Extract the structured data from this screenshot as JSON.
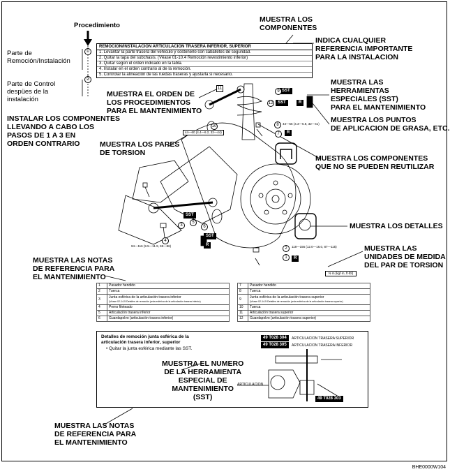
{
  "header": {
    "procedimiento": "Procedimiento",
    "parte_remocion": "Parte de\nRemoción/Instalación",
    "parte_control": "Parte de Control\ndespües de la\ninstalación"
  },
  "procedure": {
    "title": "REMOCION/INSTALACION ARTICULACION TRASERA INFERIOR, SUPERIOR",
    "steps": [
      "1. Levantar la parte trasera del vehículo y sostenerlo con caballetes de seguridad.",
      "2. Quitar la tapa del subchasis. (Véase 01-10.4 Remoción revestimiento inferior)",
      "3. Quitar según el orden indicado en la tabla.",
      "4. Instalar en el orden contrario al de la remoción.",
      "5. Controlar la alineación de las ruedas traseras y ajustarla si necesario."
    ],
    "markers": [
      "①",
      "②"
    ]
  },
  "callouts": {
    "muestra_componentes": "MUESTRA LOS\nCOMPONENTES",
    "indica_referencia": "INDICA CUALQUIER\nREFERENCIA IMPORTANTE\nPARA LA INSTALACION",
    "muestra_herramientas": "MUESTRA LAS\nHERRAMIENTAS\nESPECIALES (SST)\nPARA EL MANTENIMIENTO",
    "muestra_orden": "MUESTRA EL ORDEN DE\nLOS PROCEDIMIENTOS\nPARA EL MANTENIMIENTO",
    "muestra_puntos_grasa": "MUESTRA LOS PUNTOS\nDE APLICACION DE GRASA, ETC.",
    "instalar_componentes": "INSTALAR LOS COMPONENTES\nLLEVANDO A CABO LOS\nPASOS DE 1 A 3 EN\nORDEN CONTRARIO",
    "muestra_pares": "MUESTRA LOS PARES\nDE TORSION",
    "muestra_no_reutilizar": "MUESTRA LOS COMPONENTES\nQUE NO SE PUEDEN REUTILIZAR",
    "muestra_detalles": "MUESTRA LOS DETALLES",
    "muestra_unidades": "MUESTRA LAS\nUNIDADES DE MEDIDA\nDEL PAR DE TORSION",
    "muestra_notas_1": "MUESTRA LAS NOTAS\nDE REFERENCIA PARA\nEL MANTENIMIENTO",
    "muestra_numero_sst": "MUESTRA EL NUMERO\nDE LA HERRAMIENTA\nESPECIAL DE\nMANTENIMIENTO\n(SST)",
    "muestra_notas_2": "MUESTRA LAS NOTAS\nDE REFERENCIA PARA\nEL MANTENIMIENTO"
  },
  "diagram": {
    "torque_top": "44—60 (4.4—6.2, 32—44)",
    "torque_right_mid": "43—56 (4.3—5.8, 32—41)",
    "torque_left_bottom": "94—116 (9.5—11.9, 69—86)",
    "torque_right_bottom": "118—156 (12.0—16.0, 87—115)",
    "torque_units": "N·m (kgf·m, ft·lbf)",
    "sst": "SST",
    "r": "R",
    "numbers": [
      "1",
      "2",
      "3",
      "4",
      "5",
      "6",
      "7",
      "8",
      "9",
      "10",
      "11",
      "12"
    ]
  },
  "parts_table": {
    "left": [
      {
        "num": "1",
        "name": "Pasador hendido"
      },
      {
        "num": "2",
        "name": "Tuerca"
      },
      {
        "num": "3",
        "name": "Junta esférica de la articulación trasera inferior",
        "note": "(Véase 02-14-5 Detalles de remoción junta esférica de la articulación trasera inferior)"
      },
      {
        "num": "4",
        "name": "Perno fileteado"
      },
      {
        "num": "5",
        "name": "Articulación trasera inferior"
      },
      {
        "num": "6",
        "name": "Guardapolvo (articulación trasera inferior)"
      }
    ],
    "right": [
      {
        "num": "7",
        "name": "Pasador hendido"
      },
      {
        "num": "8",
        "name": "Tuerca"
      },
      {
        "num": "9",
        "name": "Junta esférica de la articulación trasera superior",
        "note": "(Véase 02-14-5 Detalles de remoción junta esférica de la articulación trasera superior)"
      },
      {
        "num": "10",
        "name": "Tuerca"
      },
      {
        "num": "11",
        "name": "Articulación trasera superior"
      },
      {
        "num": "12",
        "name": "Guardapolvo (articulación trasera superior)"
      }
    ]
  },
  "detail_box": {
    "title": "Detalles de remoción junta esférica de la\narticulación trasera inferior, superior",
    "bullet": "Quitar la junta esférica mediante las SST.",
    "sst_labels": [
      {
        "code": "49 T028 304",
        "desc": "ARTICULACION TRASERA SUPERIOR"
      },
      {
        "code": "49 T028 305",
        "desc": "ARTICULACION TRASERA INFERIOR"
      }
    ],
    "sst_bottom": "49 T028 303",
    "articulacion": "ARTICULACION"
  },
  "footer": {
    "code": "BHE0000W104"
  }
}
